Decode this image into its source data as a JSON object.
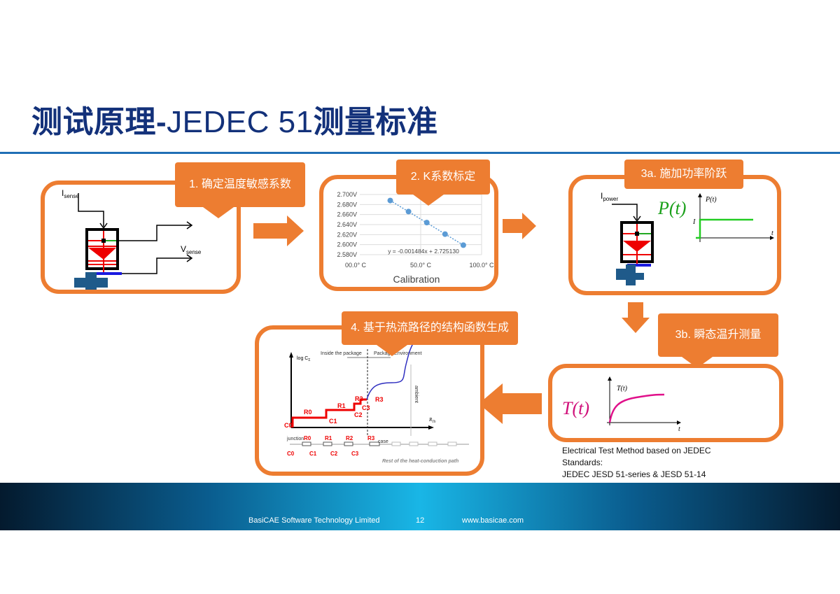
{
  "title": {
    "cjk_1": "测试原理-",
    "latin": "JEDEC 51",
    "cjk_2": "测量标准"
  },
  "step1": {
    "label": "1. 确定温度敏感系数",
    "i_sense": "I",
    "i_sense_sub": "sense",
    "v_sense": "V",
    "v_sense_sub": "sense"
  },
  "step2": {
    "label": "2. K系数标定"
  },
  "step3a": {
    "label": "3a. 施加功率阶跃",
    "i_power": "I",
    "i_power_sub": "power",
    "p_big": "P(t)",
    "p_axis": "P(t)",
    "i_axis": "I",
    "t_axis": "t"
  },
  "step3b": {
    "label": "3b. 瞬态温升测量",
    "t_big": "T(t)",
    "t_axis_y": "T(t)",
    "t_axis_x": "t"
  },
  "step4": {
    "label": "4. 基于热流路径的结构函数生成",
    "ylabel": "log C",
    "ylabel_sub": "Σ",
    "xlabel": "R",
    "xlabel_sub": "Th",
    "inside": "Inside the package",
    "env": "Package Environment",
    "ambient": "ambient",
    "junction": "junction",
    "case": "case",
    "rest": "Rest of the heat-conduction path",
    "r_labels": [
      "R0",
      "R1",
      "R2",
      "R3"
    ],
    "c_labels": [
      "C0",
      "C1",
      "C2",
      "C3"
    ]
  },
  "chart_data": {
    "type": "scatter",
    "title": "Calibration",
    "x": [
      25,
      40,
      55,
      70,
      85
    ],
    "y": [
      2.688,
      2.666,
      2.644,
      2.621,
      2.599
    ],
    "xlim": [
      0,
      100
    ],
    "ylim": [
      2.58,
      2.7
    ],
    "xticks": [
      "00.0° C",
      "50.0° C",
      "100.0° C"
    ],
    "yticks": [
      "2.700V",
      "2.680V",
      "2.660V",
      "2.640V",
      "2.620V",
      "2.600V",
      "2.580V"
    ],
    "trendline": "y = -0.001484x + 2.725130",
    "slope": -0.001484,
    "intercept": 2.72513,
    "color": "#5b9bd5"
  },
  "note": {
    "line1": "Electrical Test Method based on JEDEC",
    "line2": "Standards:",
    "line3": "JEDEC JESD 51-series & JESD 51-14"
  },
  "footer": {
    "company": "BasiCAE Software Technology Limited",
    "page": "12",
    "url": "www.basicae.com"
  },
  "colors": {
    "accent": "#ed7d31",
    "title": "#13317a",
    "rule": "#1f6fb5"
  }
}
